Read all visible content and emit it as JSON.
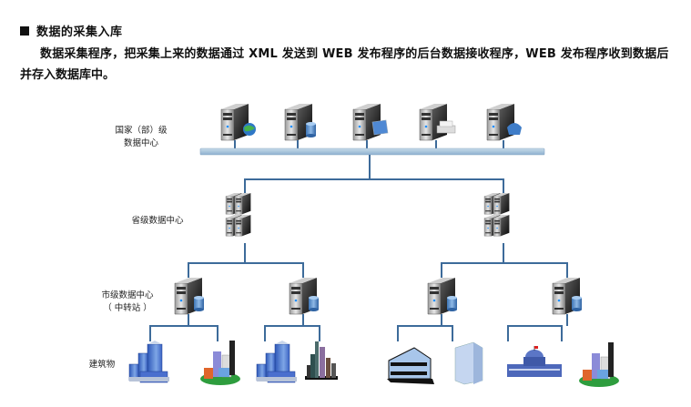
{
  "section": {
    "bullet_icon": "black-square",
    "title": "数据的采集入库"
  },
  "paragraph": {
    "line1": "数据采集程序，把采集上来的数据通过 XML 发送到 WEB 发布程序的后台数据接收程序，WEB 发布程序收到数据后",
    "line2": "并存入数据库中。"
  },
  "diagram": {
    "line_color": "#3d6b9a",
    "bus_color": "#a9c4dc",
    "levels": {
      "national": {
        "line1": "国家（部）级",
        "line2": "数据中心"
      },
      "provincial": {
        "label": "省级数据中心"
      },
      "city": {
        "line1": "市级数据中心",
        "line2": "（ 中转站 ）"
      },
      "buildings": {
        "label": "建筑物"
      }
    },
    "national_servers": [
      {
        "icon": "server-globe-icon"
      },
      {
        "icon": "server-database-icon"
      },
      {
        "icon": "server-monitor-icon"
      },
      {
        "icon": "server-printer-icon"
      },
      {
        "icon": "server-phone-icon"
      }
    ],
    "provincial_servers": [
      {
        "icon": "server-cluster-icon"
      },
      {
        "icon": "server-cluster-icon"
      }
    ],
    "city_servers": [
      {
        "icon": "server-database-icon"
      },
      {
        "icon": "server-database-icon"
      },
      {
        "icon": "server-database-icon"
      },
      {
        "icon": "server-database-icon"
      }
    ],
    "buildings": [
      {
        "icon": "office-complex-icon"
      },
      {
        "icon": "city-campus-icon"
      },
      {
        "icon": "office-complex-icon"
      },
      {
        "icon": "skyscrapers-icon"
      },
      {
        "icon": "modern-building-icon"
      },
      {
        "icon": "tower-block-icon"
      },
      {
        "icon": "government-building-icon"
      },
      {
        "icon": "city-campus-icon"
      }
    ]
  }
}
